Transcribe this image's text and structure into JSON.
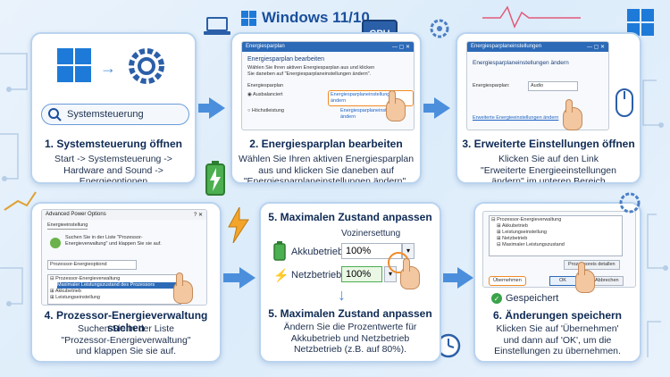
{
  "header": {
    "title": "Windows 11/10",
    "cpu_label": "CPU"
  },
  "steps": [
    {
      "title": "1. Systemsteuerung öffnen",
      "desc": "Start -> Systemsteuerung ->\nHardware and Sound ->\nEnergieoptionen",
      "search_value": "Systemsteuerung"
    },
    {
      "title": "2. Energiesparplan bearbeiten",
      "desc": "Wählen Sie Ihren aktiven Energiesparplan\naus und klicken Sie daneben auf\n\"Energiesparplaneinstellungen ändern\".",
      "window_title": "Energiesparplan",
      "heading": "Energiesparplan bearbeiten",
      "intro": "Wählen Sie Ihren aktiven Energiesparplan aus und klicken Sie daneben auf \"Energiesparplaneinstellungen ändern\".",
      "plan_label": "Energiesparplan",
      "plan1": "Ausbalanciert",
      "plan1_link": "Energiesparplaneinstellungen ändern",
      "plan2": "Höchstleistung",
      "plan2_link": "Energiesparplaneinstellungen ändern"
    },
    {
      "title": "3. Erweiterte Einstellungen öffnen",
      "desc": "Klicken Sie auf den Link\n\"Erweiterte Energieeinstellungen\nändern\" im unteren Bereich",
      "window_title": "Energiesparplaneinstellungen",
      "heading": "Energiesparplaneinstellungen ändern",
      "scheme_label": "Energiesparplan:",
      "scheme_value": "Audio",
      "link": "Erweiterte Energieeinstellungen ändern"
    },
    {
      "title": "4. Prozessor-Energieverwaltung suchen",
      "desc": "Suchen Sie in der Liste\n\"Prozessor-Energieverwaltung\"\nund klappen Sie sie auf.",
      "window_title": "Advanced Power Options",
      "tab": "Energieeinstellung",
      "intro": "Suchen Sie in der Liste \"Prozessor-Energieverwaltung\" und klappen Sie sie auf.",
      "dropdown": "Prozessor-Energieoptiond",
      "tree": [
        "Prozessor-Energieverwaltung",
        "Maximaler Leistungszustand des Prozessors",
        "Akkubetrieb",
        "Leistungseinstellung"
      ]
    },
    {
      "title": "5. Maximalen Zustand anpassen",
      "desc": "Ändern Sie die Prozentwerte für\nAkkubetrieb und Netzbetrieb\nNetzbetrieb (z.B. auf 80%).",
      "top_title": "5. Maximalen Zustand anpassen",
      "column_label": "Vozinersettung",
      "battery_label": "Akkubetrieb",
      "battery_value": "100%",
      "plug_label": "Netzbetrieb",
      "plug_value": "100%"
    },
    {
      "title": "6. Änderungen speichern",
      "desc": "Klicken Sie auf 'Übernehmen'\nund dann auf 'OK', um die\nEinstellungen zu übernehmen.",
      "tree": [
        "Prozessor-Energieverwaltung",
        "Akkubetrieb",
        "Leistungseinstellung",
        "Netzbetrieb",
        "Maximaler Leistungszustand"
      ],
      "restore_button": "Prozessoreis detallen",
      "apply_button": "Übernehmen",
      "ok_button": "OK",
      "cancel_button": "Abbrechen",
      "saved_label": "Gespeichert"
    }
  ]
}
